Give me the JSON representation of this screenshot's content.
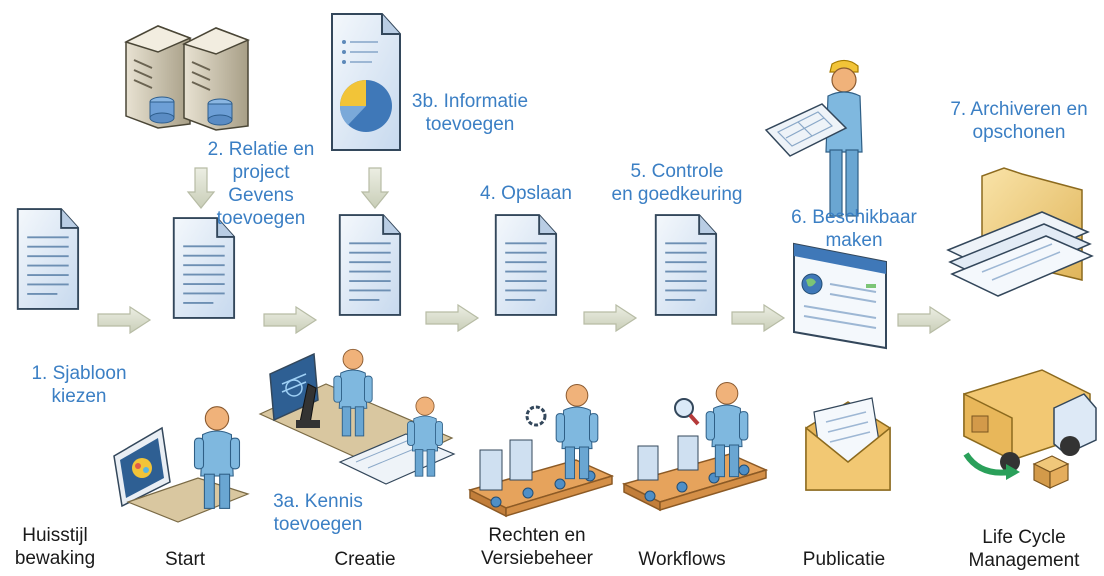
{
  "steps": {
    "s1": [
      "1. Sjabloon",
      "kiezen"
    ],
    "s2": [
      "2. Relatie en",
      "project",
      "Gevens",
      "toevoegen"
    ],
    "s3a": [
      "3a. Kennis",
      "toevoegen"
    ],
    "s3b": [
      "3b. Informatie",
      "toevoegen"
    ],
    "s4": [
      "4. Opslaan"
    ],
    "s5": [
      "5. Controle",
      "en goedkeuring"
    ],
    "s6": [
      "6. Beschikbaar",
      "maken"
    ],
    "s7": [
      "7. Archiveren en",
      "opschonen"
    ]
  },
  "stages": {
    "huisstijl": [
      "Huisstijl",
      "bewaking"
    ],
    "start": [
      "Start"
    ],
    "creatie": [
      "Creatie"
    ],
    "rechten": [
      "Rechten en",
      "Versiebeheer"
    ],
    "workflows": [
      "Workflows"
    ],
    "publicatie": [
      "Publicatie"
    ],
    "lifecycle": [
      "Life Cycle",
      "Management"
    ]
  },
  "colors": {
    "step_text": "#3b7fc4",
    "stage_text": "#1a1a1a",
    "arrow": "#d8dccb",
    "document": "#dde9f6",
    "person": "#7fb8df",
    "skin": "#f0b27a"
  }
}
